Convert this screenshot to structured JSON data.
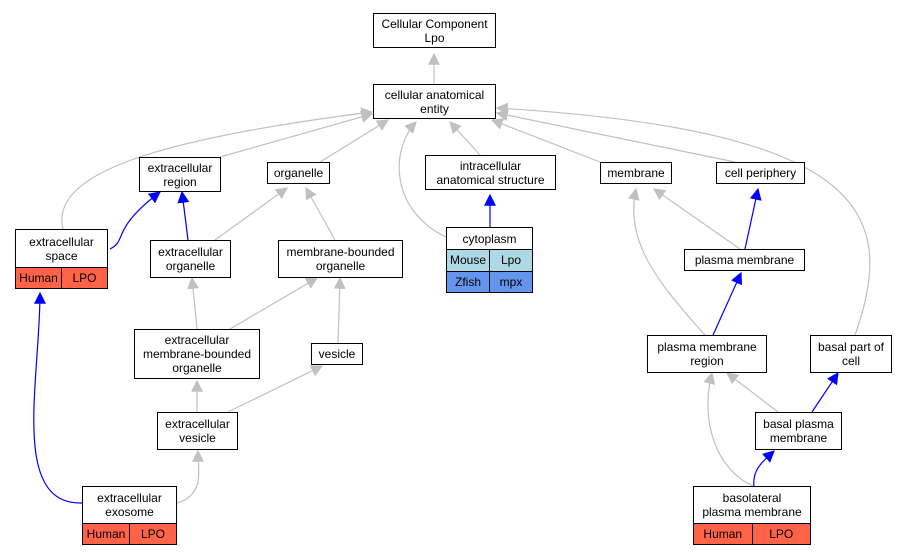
{
  "nodes": {
    "cc_root": {
      "lines": [
        "Cellular Component",
        "Lpo"
      ]
    },
    "cae": {
      "lines": [
        "cellular anatomical",
        "entity"
      ]
    },
    "extracellular_region": {
      "lines": [
        "extracellular",
        "region"
      ]
    },
    "organelle": {
      "lines": [
        "organelle"
      ]
    },
    "intracellular_anatomical_structure": {
      "lines": [
        "intracellular",
        "anatomical structure"
      ]
    },
    "membrane": {
      "lines": [
        "membrane"
      ]
    },
    "cell_periphery": {
      "lines": [
        "cell periphery"
      ]
    },
    "extracellular_space": {
      "lines": [
        "extracellular",
        "space"
      ],
      "annotations": [
        "Human",
        "LPO"
      ]
    },
    "extracellular_organelle": {
      "lines": [
        "extracellular",
        "organelle"
      ]
    },
    "membrane_bounded_organelle": {
      "lines": [
        "membrane-bounded",
        "organelle"
      ]
    },
    "cytoplasm": {
      "lines": [
        "cytoplasm"
      ],
      "annotations": [
        "Mouse",
        "Lpo",
        "Zfish",
        "mpx"
      ]
    },
    "plasma_membrane": {
      "lines": [
        "plasma membrane"
      ]
    },
    "extracellular_mbo": {
      "lines": [
        "extracellular",
        "membrane-bounded",
        "organelle"
      ]
    },
    "vesicle": {
      "lines": [
        "vesicle"
      ]
    },
    "plasma_membrane_region": {
      "lines": [
        "plasma membrane",
        "region"
      ]
    },
    "basal_part_of_cell": {
      "lines": [
        "basal part of",
        "cell"
      ]
    },
    "extracellular_vesicle": {
      "lines": [
        "extracellular",
        "vesicle"
      ]
    },
    "basal_plasma_membrane": {
      "lines": [
        "basal plasma",
        "membrane"
      ]
    },
    "extracellular_exosome": {
      "lines": [
        "extracellular",
        "exosome"
      ],
      "annotations": [
        "Human",
        "LPO"
      ]
    },
    "basolateral_plasma_membrane": {
      "lines": [
        "basolateral",
        "plasma membrane"
      ],
      "annotations": [
        "Human",
        "LPO"
      ]
    }
  },
  "colors": {
    "is_a_edge": "#c0c0c0",
    "part_of_edge": "#0000ff",
    "annotation_coral": "#ff6347",
    "annotation_lightblue": "#add8e6",
    "annotation_cornflower": "#6495ed",
    "border": "#000000"
  }
}
